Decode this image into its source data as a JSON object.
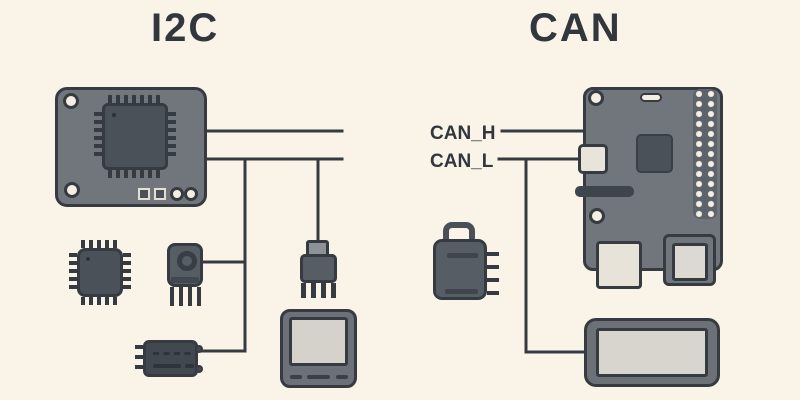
{
  "panels": {
    "i2c": {
      "title": "I2C"
    },
    "can": {
      "title": "CAN",
      "high_label": "CAN_H",
      "low_label": "CAN_L"
    }
  },
  "colors": {
    "bg": "#faf3e8",
    "ink": "#363b42",
    "text": "#31373d",
    "board": "#70767c",
    "chip": "#4b5158",
    "comp": "#575d64",
    "dark": "#42484f",
    "screen": "#d5d2cb",
    "light": "#e9e4da",
    "cream": "#f5efe3"
  }
}
